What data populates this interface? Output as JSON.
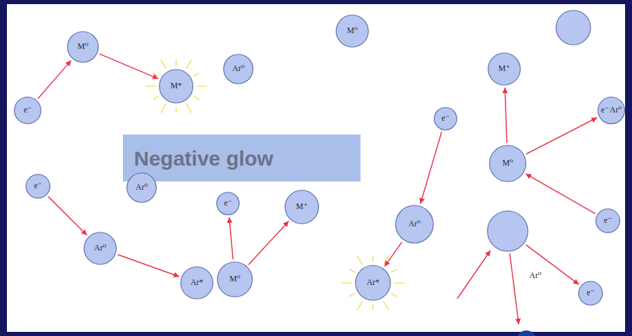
{
  "diagram": {
    "nodes": [
      {
        "text": [
          "M⁰"
        ]
      },
      {
        "text": [
          "M⁰"
        ]
      },
      {
        "text": [
          "M⁺"
        ]
      },
      {
        "text": [
          "Ar⁰"
        ]
      },
      {
        "text": [
          "M*"
        ]
      },
      {
        "text": [
          "e⁻"
        ]
      },
      {
        "text": [
          "e⁻"
        ]
      },
      {
        "text": [
          "e⁻",
          "Ar⁰"
        ]
      },
      {
        "text": [
          "Negative glow"
        ]
      },
      {
        "text": [
          "M⁰"
        ]
      },
      {
        "text": [
          "Ar⁰"
        ]
      },
      {
        "text": [
          "e⁻"
        ]
      },
      {
        "text": [
          "e⁻"
        ]
      },
      {
        "text": [
          "M⁺"
        ]
      },
      {
        "text": [
          "e⁻"
        ]
      },
      {
        "text": [
          "Ar⁰"
        ]
      },
      {
        "text": [
          "Ar⁰"
        ]
      },
      {
        "text": [
          "Ar⁰"
        ]
      },
      {
        "text": [
          "Ar*"
        ]
      },
      {
        "text": [
          "M⁰"
        ]
      },
      {
        "text": [
          "Ar*"
        ]
      },
      {
        "text": [
          "e⁻"
        ]
      }
    ],
    "edges": [
      {
        "from": 5,
        "to": 0,
        "arrow": "to"
      },
      {
        "from": 0,
        "to": 4,
        "arrow": "to"
      },
      {
        "from": 11,
        "to": 17,
        "arrow": "to"
      },
      {
        "from": 17,
        "to": 18,
        "arrow": "to"
      },
      {
        "from": 19,
        "to": 12,
        "arrow": "to"
      },
      {
        "from": 19,
        "to": 13,
        "arrow": "to"
      },
      {
        "from": 6,
        "to": 15,
        "arrow": "to"
      },
      {
        "from": 15,
        "to": 20,
        "arrow": "to"
      },
      {
        "from": 9,
        "to": 2,
        "arrow": "to"
      },
      {
        "from": 9,
        "to": 7,
        "arrow": "to"
      },
      {
        "from": 14,
        "to": 9,
        "arrow": "to"
      },
      {
        "from": 16,
        "to": 21,
        "arrow": "to"
      }
    ]
  }
}
